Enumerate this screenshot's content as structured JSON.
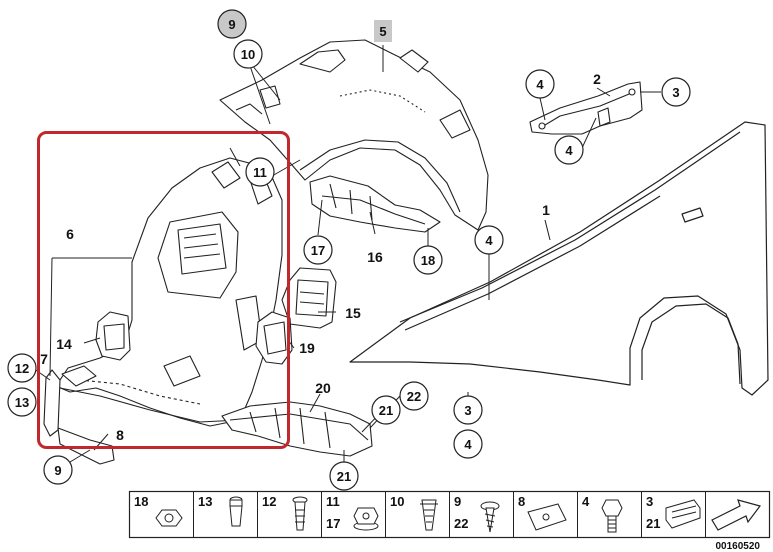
{
  "diagram": {
    "document_id": "00160520",
    "highlight_color": "#c0282e",
    "part_callouts": [
      {
        "id": "c9a",
        "label": "9",
        "shaded": true
      },
      {
        "id": "c10",
        "label": "10"
      },
      {
        "id": "c11",
        "label": "11"
      },
      {
        "id": "c4a",
        "label": "4"
      },
      {
        "id": "c2",
        "label": "2",
        "plain": true
      },
      {
        "id": "c3a",
        "label": "3"
      },
      {
        "id": "c4b",
        "label": "4"
      },
      {
        "id": "c5",
        "label": "5",
        "shaded": true
      },
      {
        "id": "c1",
        "label": "1",
        "plain": true
      },
      {
        "id": "c4c",
        "label": "4"
      },
      {
        "id": "c6",
        "label": "6",
        "plain": true
      },
      {
        "id": "c17",
        "label": "17"
      },
      {
        "id": "c16",
        "label": "16",
        "plain": true
      },
      {
        "id": "c18",
        "label": "18"
      },
      {
        "id": "c15",
        "label": "15",
        "plain": true
      },
      {
        "id": "c14",
        "label": "14",
        "plain": true
      },
      {
        "id": "c19",
        "label": "19",
        "plain": true
      },
      {
        "id": "c12",
        "label": "12"
      },
      {
        "id": "c7",
        "label": "7",
        "plain": true
      },
      {
        "id": "c13",
        "label": "13"
      },
      {
        "id": "c20",
        "label": "20",
        "plain": true
      },
      {
        "id": "c22",
        "label": "22"
      },
      {
        "id": "c21a",
        "label": "21"
      },
      {
        "id": "c3b",
        "label": "3"
      },
      {
        "id": "c4d",
        "label": "4"
      },
      {
        "id": "c8",
        "label": "8",
        "plain": true
      },
      {
        "id": "c9b",
        "label": "9"
      },
      {
        "id": "c21b",
        "label": "21"
      }
    ],
    "legend": [
      {
        "labels": [
          "18"
        ],
        "icon": "hex-nut-icon"
      },
      {
        "labels": [
          "13"
        ],
        "icon": "expanding-rivet-icon"
      },
      {
        "labels": [
          "12"
        ],
        "icon": "spreading-rivet-icon"
      },
      {
        "labels": [
          "11",
          "17"
        ],
        "icon": "flange-nut-icon"
      },
      {
        "labels": [
          "10"
        ],
        "icon": "plastic-expansion-nut-icon"
      },
      {
        "labels": [
          "9",
          "22"
        ],
        "icon": "self-tapping-screw-icon"
      },
      {
        "labels": [
          "8"
        ],
        "icon": "sheet-nut-icon"
      },
      {
        "labels": [
          "4"
        ],
        "icon": "hex-bolt-icon"
      },
      {
        "labels": [
          "3",
          "21"
        ],
        "icon": "spring-clip-icon"
      },
      {
        "labels": [],
        "icon": "arrow-shim-icon"
      }
    ]
  }
}
